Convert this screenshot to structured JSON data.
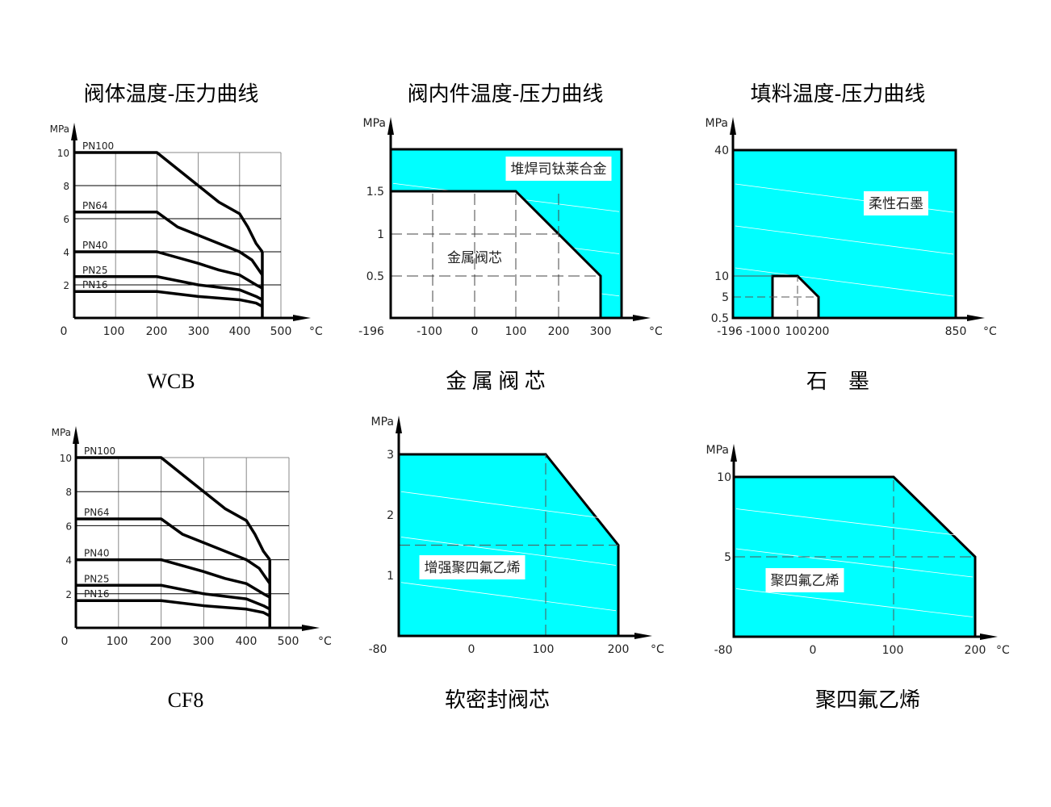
{
  "chart_data": [
    {
      "type": "line",
      "title": "阀体温度-压力曲线",
      "subtitle": "WCB",
      "ylabel": "MPa",
      "xlabel": "°C",
      "xticks": [
        "0",
        "100",
        "200",
        "300",
        "400",
        "500"
      ],
      "yticks": [
        "2",
        "4",
        "6",
        "8",
        "10"
      ],
      "xlim": [
        0,
        500
      ],
      "ylim": [
        0,
        10
      ],
      "grid": true,
      "max_temperature_line": 455,
      "series": [
        {
          "name": "PN100",
          "x": [
            0,
            200,
            300,
            350,
            400,
            420,
            440,
            455
          ],
          "y": [
            10,
            10,
            8,
            7,
            6.3,
            5.5,
            4.5,
            4
          ]
        },
        {
          "name": "PN64",
          "x": [
            0,
            200,
            250,
            300,
            400,
            430,
            455
          ],
          "y": [
            6.4,
            6.4,
            5.5,
            5,
            4,
            3.5,
            2.6
          ]
        },
        {
          "name": "PN40",
          "x": [
            0,
            200,
            300,
            350,
            400,
            440,
            455
          ],
          "y": [
            4,
            4,
            3.3,
            2.9,
            2.6,
            2.0,
            1.8
          ]
        },
        {
          "name": "PN25",
          "x": [
            0,
            200,
            300,
            400,
            440,
            455
          ],
          "y": [
            2.5,
            2.5,
            2.0,
            1.7,
            1.3,
            1.1
          ]
        },
        {
          "name": "PN16",
          "x": [
            0,
            200,
            300,
            400,
            440,
            455
          ],
          "y": [
            1.6,
            1.6,
            1.3,
            1.1,
            0.9,
            0.7
          ]
        }
      ]
    },
    {
      "type": "area",
      "title": "阀内件温度-压力曲线",
      "subtitle": "金 属 阀 芯",
      "ylabel": "MPa",
      "xlabel": "°C",
      "xticks": [
        "-196",
        "-100",
        "0",
        "100",
        "200",
        "300"
      ],
      "yticks": [
        "0.5",
        "1",
        "1.5"
      ],
      "regions": [
        {
          "name": "堆焊司钛莱合金",
          "color": "#00FFFF",
          "x": [
            -196,
            -196,
            350,
            350
          ],
          "y": [
            0,
            2,
            2,
            0
          ]
        },
        {
          "name": "金属阀芯",
          "color": "#FFFFFF",
          "x": [
            -196,
            -196,
            100,
            300,
            300
          ],
          "y": [
            0,
            1.5,
            1.5,
            0.5,
            0
          ]
        }
      ]
    },
    {
      "type": "area",
      "title": "填料温度-压力曲线",
      "subtitle": "石　墨",
      "ylabel": "MPa",
      "xlabel": "°C",
      "xticks": [
        "-196",
        "-100",
        "0",
        "100",
        "200",
        "850"
      ],
      "yticks": [
        "0.5",
        "5",
        "10",
        "40"
      ],
      "regions": [
        {
          "name": "柔性石墨",
          "color": "#00FFFF",
          "x": [
            -196,
            -196,
            850,
            850
          ],
          "y": [
            0.5,
            40,
            40,
            0.5
          ]
        },
        {
          "name": "",
          "color": "#FFFFFF",
          "x": [
            0,
            0,
            100,
            200,
            200
          ],
          "y": [
            0.5,
            10,
            10,
            5,
            0.5
          ]
        }
      ]
    },
    {
      "type": "line",
      "title": "",
      "subtitle": "CF8",
      "ylabel": "MPa",
      "xlabel": "°C",
      "xticks": [
        "0",
        "100",
        "200",
        "300",
        "400",
        "500"
      ],
      "yticks": [
        "2",
        "4",
        "6",
        "8",
        "10"
      ],
      "xlim": [
        0,
        500
      ],
      "ylim": [
        0,
        10
      ],
      "grid": true,
      "max_temperature_line": 455,
      "series": [
        {
          "name": "PN100",
          "x": [
            0,
            200,
            300,
            350,
            400,
            420,
            440,
            455
          ],
          "y": [
            10,
            10,
            8,
            7,
            6.3,
            5.5,
            4.5,
            4
          ]
        },
        {
          "name": "PN64",
          "x": [
            0,
            200,
            250,
            300,
            400,
            430,
            455
          ],
          "y": [
            6.4,
            6.4,
            5.5,
            5,
            4,
            3.5,
            2.6
          ]
        },
        {
          "name": "PN40",
          "x": [
            0,
            200,
            300,
            350,
            400,
            440,
            455
          ],
          "y": [
            4,
            4,
            3.3,
            2.9,
            2.6,
            2.0,
            1.8
          ]
        },
        {
          "name": "PN25",
          "x": [
            0,
            200,
            300,
            400,
            440,
            455
          ],
          "y": [
            2.5,
            2.5,
            2.0,
            1.7,
            1.3,
            1.1
          ]
        },
        {
          "name": "PN16",
          "x": [
            0,
            200,
            300,
            400,
            440,
            455
          ],
          "y": [
            1.6,
            1.6,
            1.3,
            1.1,
            0.9,
            0.7
          ]
        }
      ]
    },
    {
      "type": "area",
      "title": "",
      "subtitle": "软密封阀芯",
      "ylabel": "MPa",
      "xlabel": "°C",
      "xticks": [
        "-80",
        "0",
        "100",
        "200"
      ],
      "yticks": [
        "1",
        "2",
        "3"
      ],
      "dashed": {
        "x": 100,
        "y": 1.5
      },
      "regions": [
        {
          "name": "增强聚四氟乙烯",
          "color": "#00FFFF",
          "x": [
            -80,
            -80,
            100,
            200,
            200
          ],
          "y": [
            0,
            3,
            3,
            1.5,
            0
          ]
        }
      ]
    },
    {
      "type": "area",
      "title": "",
      "subtitle": "聚四氟乙烯",
      "ylabel": "MPa",
      "xlabel": "°C",
      "xticks": [
        "-80",
        "0",
        "100",
        "200"
      ],
      "yticks": [
        "5",
        "10"
      ],
      "dashed": {
        "x": 100,
        "y": 5
      },
      "regions": [
        {
          "name": "聚四氟乙烯",
          "color": "#00FFFF",
          "x": [
            -80,
            -80,
            100,
            200,
            200
          ],
          "y": [
            0,
            10,
            10,
            5,
            0
          ]
        }
      ]
    }
  ]
}
